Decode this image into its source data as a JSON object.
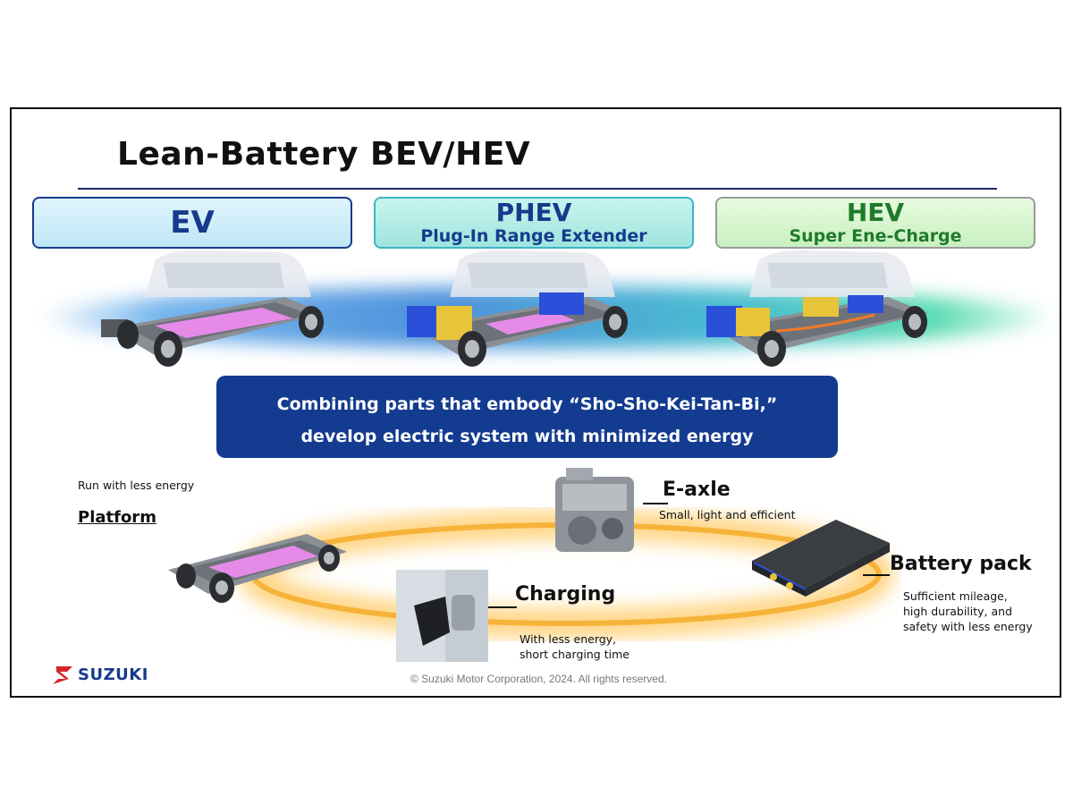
{
  "title": "Lean-Battery BEV/HEV",
  "vehicles": [
    {
      "name": "EV",
      "subtitle": ""
    },
    {
      "name": "PHEV",
      "subtitle": "Plug-In Range Extender"
    },
    {
      "name": "HEV",
      "subtitle": "Super Ene-Charge"
    }
  ],
  "message": {
    "line1": "Combining parts that embody “Sho-Sho-Kei-Tan-Bi,”",
    "line2": "develop electric system with minimized energy"
  },
  "components": {
    "platform": {
      "note": "Run with less energy",
      "title": "Platform"
    },
    "eaxle": {
      "title": "E-axle",
      "desc": "Small, light and efficient"
    },
    "battery": {
      "title": "Battery pack",
      "desc": [
        "Sufficient mileage,",
        "high durability, and",
        "safety with less energy"
      ]
    },
    "charging": {
      "title": "Charging",
      "desc": [
        "With less energy,",
        "short charging time"
      ]
    }
  },
  "logo": {
    "text": "SUZUKI"
  },
  "copyright": "© Suzuki Motor Corporation, 2024. All rights reserved.",
  "colors": {
    "navy": "#133b8f",
    "ev_text": "#173a8c",
    "hev_text": "#1f7a2a",
    "battery_pink": "#e68ae8",
    "motor_blue": "#2a4fd8",
    "engine_yellow": "#e8c43a",
    "ring_orange": "#f4a51c"
  }
}
